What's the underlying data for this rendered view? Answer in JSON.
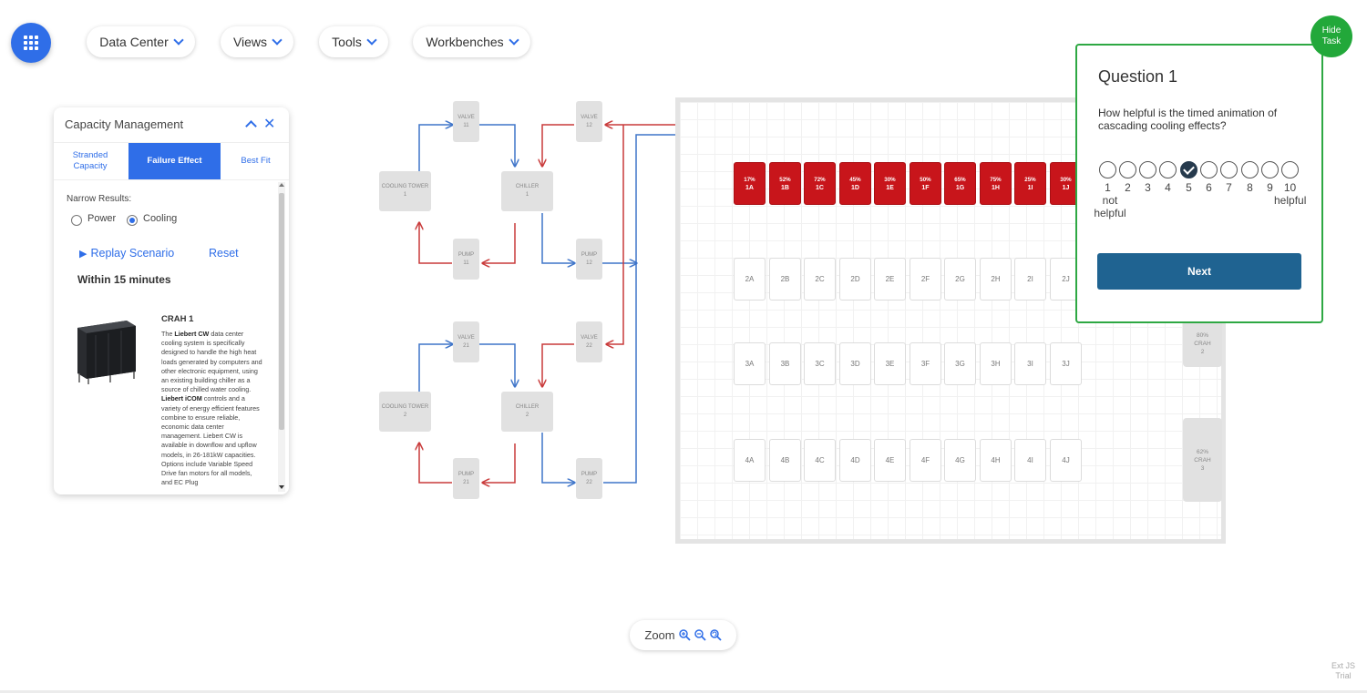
{
  "topbar": {
    "menus": [
      {
        "label": "Data Center"
      },
      {
        "label": "Views"
      },
      {
        "label": "Tools"
      },
      {
        "label": "Workbenches"
      }
    ]
  },
  "capacity_panel": {
    "title": "Capacity Management",
    "tabs": [
      {
        "label": "Stranded Capacity",
        "active": false
      },
      {
        "label": "Failure Effect",
        "active": true
      },
      {
        "label": "Best Fit",
        "active": false
      }
    ],
    "narrow_label": "Narrow Results:",
    "options": [
      {
        "label": "Power",
        "selected": false
      },
      {
        "label": "Cooling",
        "selected": true
      }
    ],
    "replay_label": "Replay Scenario",
    "reset_label": "Reset",
    "within_label": "Within 15 minutes",
    "unit": {
      "title": "CRAH 1",
      "description_parts": [
        {
          "text": "The ",
          "bold": false
        },
        {
          "text": "Liebert CW",
          "bold": true
        },
        {
          "text": " data center cooling system is specifically designed to handle the high heat loads generated by computers and other electronic equipment, using an existing building chiller as a source of chilled water cooling. ",
          "bold": false
        },
        {
          "text": "Liebert iCOM",
          "bold": true
        },
        {
          "text": " controls and a variety of energy efficient features combine to ensure reliable, economic data center management. Liebert CW is available in downflow and upflow models, in 26-181kW capacities. Options include Variable Speed Drive fan motors for all models, and EC Plug",
          "bold": false
        }
      ]
    }
  },
  "cooling_loops": [
    {
      "tower": {
        "label": "COOLING TOWER",
        "num": "1"
      },
      "chiller": {
        "label": "CHILLER",
        "num": "1"
      },
      "valves": [
        {
          "label": "VALVE",
          "num": "11"
        },
        {
          "label": "VALVE",
          "num": "12"
        }
      ],
      "pumps": [
        {
          "label": "PUMP",
          "num": "11"
        },
        {
          "label": "PUMP",
          "num": "12"
        }
      ]
    },
    {
      "tower": {
        "label": "COOLING TOWER",
        "num": "2"
      },
      "chiller": {
        "label": "CHILLER",
        "num": "2"
      },
      "valves": [
        {
          "label": "VALVE",
          "num": "21"
        },
        {
          "label": "VALVE",
          "num": "22"
        }
      ],
      "pumps": [
        {
          "label": "PUMP",
          "num": "21"
        },
        {
          "label": "PUMP",
          "num": "22"
        }
      ]
    }
  ],
  "racks": {
    "row1": [
      {
        "pct": "17%",
        "id": "1A"
      },
      {
        "pct": "52%",
        "id": "1B"
      },
      {
        "pct": "72%",
        "id": "1C"
      },
      {
        "pct": "45%",
        "id": "1D"
      },
      {
        "pct": "30%",
        "id": "1E"
      },
      {
        "pct": "50%",
        "id": "1F"
      },
      {
        "pct": "65%",
        "id": "1G"
      },
      {
        "pct": "75%",
        "id": "1H"
      },
      {
        "pct": "25%",
        "id": "1I"
      },
      {
        "pct": "30%",
        "id": "1J"
      }
    ],
    "row2": [
      "2A",
      "2B",
      "2C",
      "2D",
      "2E",
      "2F",
      "2G",
      "2H",
      "2I",
      "2J"
    ],
    "row3": [
      "3A",
      "3B",
      "3C",
      "3D",
      "3E",
      "3F",
      "3G",
      "3H",
      "3I",
      "3J"
    ],
    "row4": [
      "4A",
      "4B",
      "4C",
      "4D",
      "4E",
      "4F",
      "4G",
      "4H",
      "4I",
      "4J"
    ]
  },
  "crah_units": [
    {
      "pct": "80%",
      "label": "CRAH",
      "num": "2"
    },
    {
      "pct": "62%",
      "label": "CRAH",
      "num": "3"
    }
  ],
  "colors": {
    "accent": "#2f6ee8",
    "hot": "#c8151b",
    "supply": "#3f75c9",
    "return": "#c93a3a",
    "dialog_border": "#2ea843",
    "next_button": "#1f6391"
  },
  "hide_task": {
    "label": "Hide Task"
  },
  "question": {
    "title": "Question 1",
    "text": "How helpful is the timed animation of cascading cooling effects?",
    "scale": [
      "1",
      "2",
      "3",
      "4",
      "5",
      "6",
      "7",
      "8",
      "9",
      "10"
    ],
    "selected": "5",
    "low_label": "not helpful",
    "high_label": "helpful",
    "next_label": "Next"
  },
  "zoom": {
    "label": "Zoom"
  },
  "watermark": {
    "line1": "Ext JS",
    "line2": "Trial"
  }
}
